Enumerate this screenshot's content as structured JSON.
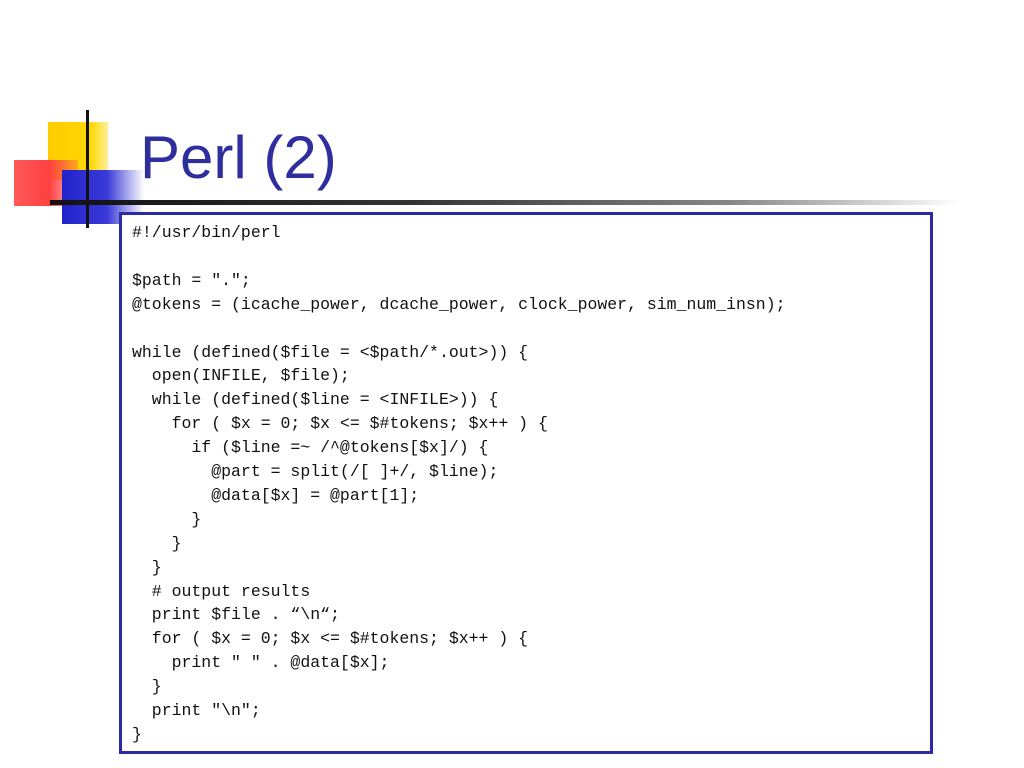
{
  "slide": {
    "title": "Perl (2)"
  },
  "colors": {
    "title": "#2e2e9e",
    "box_border": "#2b2ba8",
    "deco_yellow": "#ffcc00",
    "deco_red": "#ff4040",
    "deco_blue": "#2222cc"
  },
  "code": {
    "lines": [
      "#!/usr/bin/perl",
      "",
      "$path = \".\";",
      "@tokens = (icache_power, dcache_power, clock_power, sim_num_insn);",
      "",
      "while (defined($file = <$path/*.out>)) {",
      "  open(INFILE, $file);",
      "  while (defined($line = <INFILE>)) {",
      "    for ( $x = 0; $x <= $#tokens; $x++ ) {",
      "      if ($line =~ /^@tokens[$x]/) {",
      "        @part = split(/[ ]+/, $line);",
      "        @data[$x] = @part[1];",
      "      }",
      "    }",
      "  }",
      "  # output results",
      "  print $file . “\\n“;",
      "  for ( $x = 0; $x <= $#tokens; $x++ ) {",
      "    print \" \" . @data[$x];",
      "  }",
      "  print \"\\n\";",
      "}"
    ]
  }
}
